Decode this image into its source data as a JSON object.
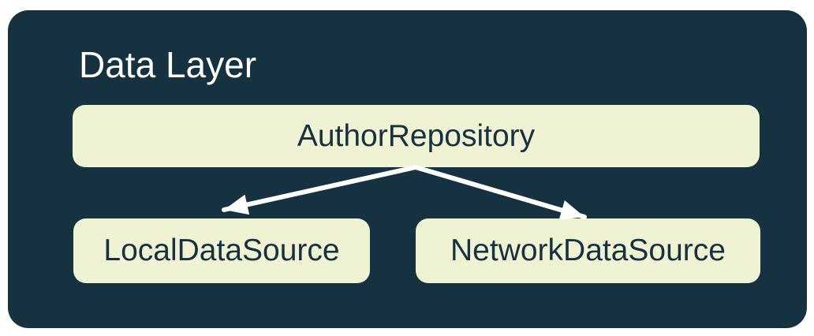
{
  "diagram": {
    "title": "Data Layer",
    "nodes": [
      {
        "id": "author-repository",
        "label": "AuthorRepository"
      },
      {
        "id": "local-data-source",
        "label": "LocalDataSource"
      },
      {
        "id": "network-data-source",
        "label": "NetworkDataSource"
      }
    ],
    "edges": [
      {
        "from": "AuthorRepository",
        "to": "LocalDataSource"
      },
      {
        "from": "AuthorRepository",
        "to": "NetworkDataSource"
      }
    ],
    "colors": {
      "page_background": "#ffffff",
      "panel_background": "#16313F",
      "node_background": "#EFF3D4",
      "node_text": "#16313F",
      "title_text": "#ffffff",
      "arrow": "#ffffff"
    }
  }
}
